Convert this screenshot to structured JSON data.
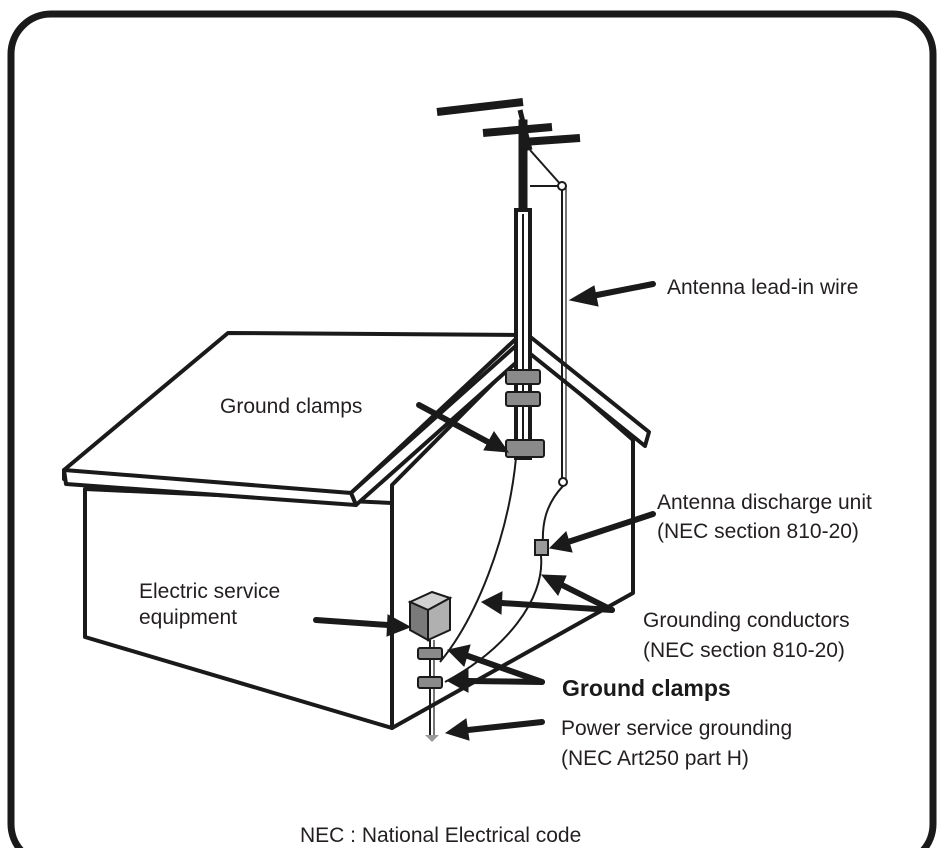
{
  "labels": {
    "antenna_lead_in": "Antenna lead-in wire",
    "ground_clamps_top": "Ground clamps",
    "discharge_unit_line1": "Antenna discharge unit",
    "discharge_unit_line2": "(NEC section 810-20)",
    "electric_service_line1": "Electric service",
    "electric_service_line2": "equipment",
    "grounding_conductors_line1": "Grounding conductors",
    "grounding_conductors_line2": "(NEC section 810-20)",
    "ground_clamps_bottom": "Ground clamps",
    "power_grounding_line1": "Power service grounding",
    "power_grounding_line2": "(NEC Art250 part H)",
    "footnote": "NEC : National Electrical code"
  },
  "colors": {
    "line": "#1a1a1a",
    "clamp_fill": "#8a8a8a",
    "box_fill": "#b0b0b0",
    "text": "#231f20"
  }
}
